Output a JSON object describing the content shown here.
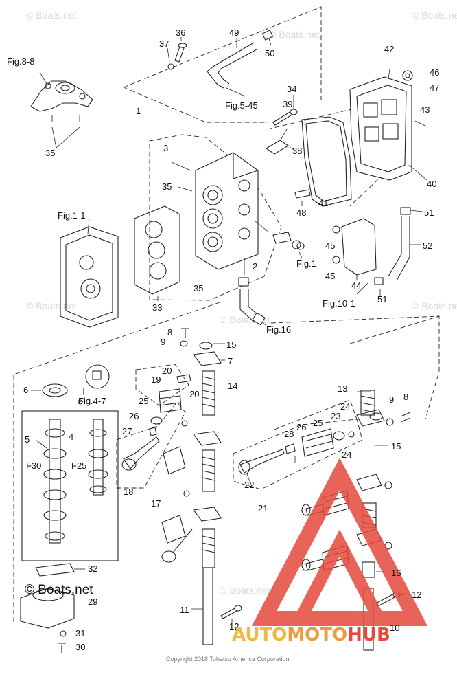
{
  "watermark": "© Boats.net",
  "copyright": "Copyright 2018 Tohatsu America Corporation",
  "stamp": "© Boats.net",
  "brand": {
    "name_part1": "AUTO",
    "name_part2": "MOTO",
    "name_part3": "HUB",
    "color_auto": "#f4b63f",
    "color_moto": "#f09a3e",
    "color_hub": "#e64a3b",
    "logo_color": "#e64a3b"
  },
  "figure_refs": {
    "fig_8_8": "Fig.8-8",
    "fig_5_45": "Fig.5-45",
    "fig_1_1": "Fig.1-1",
    "fig_1": "Fig.1",
    "fig_16": "Fig.16",
    "fig_10_1": "Fig.10-1",
    "fig_4_7": "Fig.4-7"
  },
  "labels": {
    "l1": "1",
    "l2": "2",
    "l3": "3",
    "l4": "4",
    "l5": "5",
    "l6": "6",
    "l7": "7",
    "l8a": "8",
    "l8b": "8",
    "l9a": "9",
    "l9b": "9",
    "l10": "10",
    "l11": "11",
    "l12a": "12",
    "l12b": "12",
    "l13": "13",
    "l14": "14",
    "l15a": "15",
    "l15b": "15",
    "l16": "16",
    "l17": "17",
    "l18": "18",
    "l19": "19",
    "l20a": "20",
    "l20b": "20",
    "l21": "21",
    "l22": "22",
    "l23": "23",
    "l24a": "24",
    "l24b": "24",
    "l25a": "25",
    "l25b": "25",
    "l26a": "26",
    "l26b": "26",
    "l27": "27",
    "l28": "28",
    "l29": "29",
    "l30": "30",
    "l31": "31",
    "l32": "32",
    "l33": "33",
    "l34": "34",
    "l35a": "35",
    "l35b": "35",
    "l35c": "35",
    "l36": "36",
    "l37": "37",
    "l38": "38",
    "l39": "39",
    "l40": "40",
    "l41": "41",
    "l42": "42",
    "l43": "43",
    "l44": "44",
    "l45a": "45",
    "l45b": "45",
    "l46": "46",
    "l47": "47",
    "l48": "48",
    "l49": "49",
    "l50": "50",
    "l51a": "51",
    "l51b": "51",
    "l52": "52",
    "f30": "F30",
    "f25": "F25"
  }
}
